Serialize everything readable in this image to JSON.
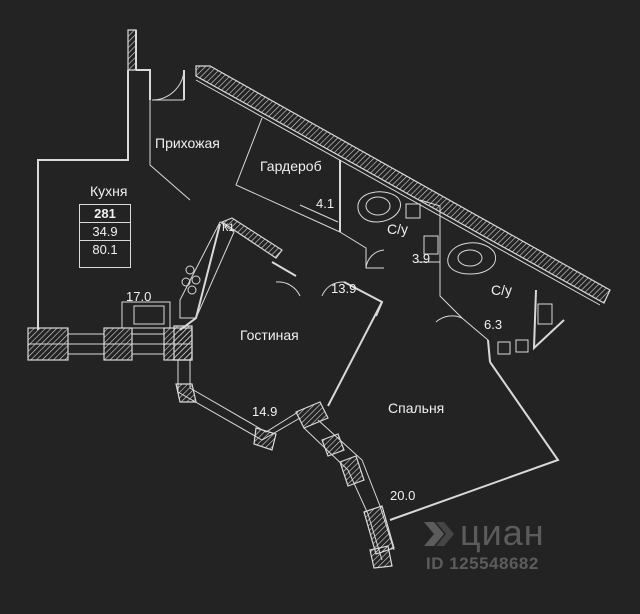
{
  "apartment": {
    "number": "281",
    "living_area": "34.9",
    "total_area": "80.1"
  },
  "rooms": {
    "hallway": {
      "name": "Прихожая"
    },
    "wardrobe": {
      "name": "Гардероб",
      "area": "4.1"
    },
    "kitchen": {
      "name": "Кухня",
      "area": "17.0"
    },
    "bathroom_1": {
      "name": "С/у",
      "area": "3.9"
    },
    "bathroom_2": {
      "name": "С/у",
      "area": "6.3"
    },
    "corridor": {
      "area": "13.9"
    },
    "living_room": {
      "name": "Гостиная",
      "area": "14.9"
    },
    "bedroom": {
      "name": "Спальня",
      "area": "20.0"
    }
  },
  "markers": {
    "ventilation": "К1"
  },
  "watermark": {
    "brand": "циан",
    "listing_id": "ID 125548682"
  },
  "colors": {
    "background": "#232323",
    "lines": "#d9d9d9",
    "text": "#f0f0f0",
    "watermark": "#5c5c5c"
  }
}
